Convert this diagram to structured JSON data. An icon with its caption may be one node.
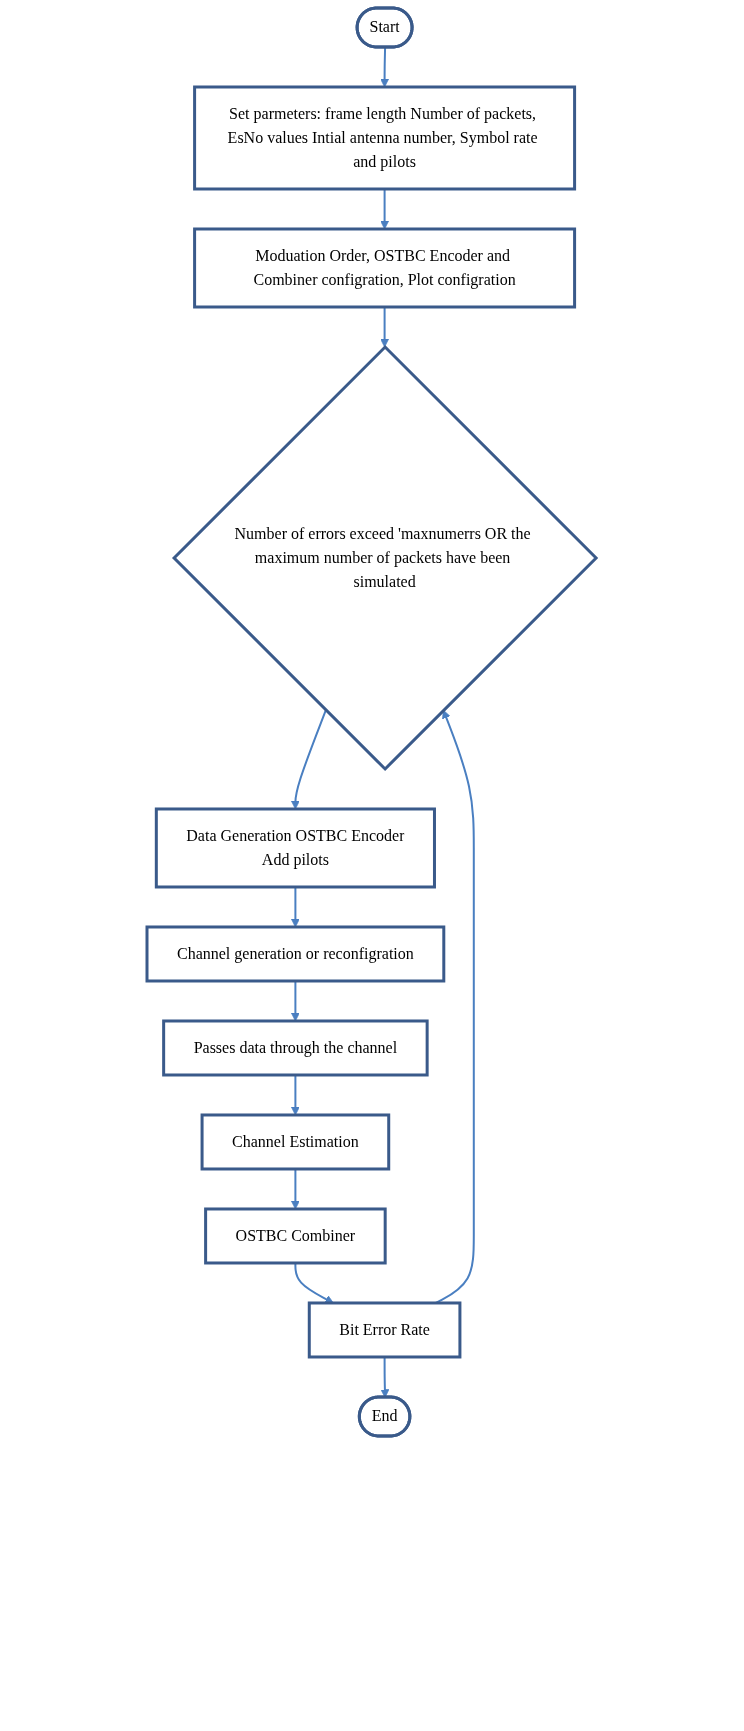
{
  "diagram": {
    "nodes": [
      {
        "text": [
          "Start"
        ]
      },
      {
        "text": [
          "Set parmeters: frame length Number of packets, EsNo values Intial antenna number, Symbol rate and pilots"
        ]
      },
      {
        "text": [
          "Moduation Order, OSTBC Encoder and Combiner configration, Plot configration"
        ]
      },
      {
        "text": [
          "Number of errors exceed 'maxnumerrs OR the maximum number of packets have been simulated"
        ]
      },
      {
        "text": [
          "Data Generation OSTBC Encoder",
          "Add pilots"
        ]
      },
      {
        "text": [
          "Channel generation or reconfigration"
        ]
      },
      {
        "text": [
          "Passes data through the channel"
        ]
      },
      {
        "text": [
          "Channel Estimation"
        ]
      },
      {
        "text": [
          "OSTBC Combiner"
        ]
      },
      {
        "text": [
          "Bit Error Rate"
        ]
      },
      {
        "text": [
          "End"
        ]
      }
    ],
    "edges": [
      {
        "from": 0,
        "to": 1,
        "arrow": "to"
      },
      {
        "from": 1,
        "to": 2,
        "arrow": "to"
      },
      {
        "from": 2,
        "to": 3,
        "arrow": "to"
      },
      {
        "from": 3,
        "to": 4,
        "arrow": "to"
      },
      {
        "from": 4,
        "to": 5,
        "arrow": "to"
      },
      {
        "from": 5,
        "to": 6,
        "arrow": "to"
      },
      {
        "from": 6,
        "to": 7,
        "arrow": "to"
      },
      {
        "from": 7,
        "to": 8,
        "arrow": "to"
      },
      {
        "from": 8,
        "to": 9,
        "arrow": "to"
      },
      {
        "from": 9,
        "to": 10,
        "arrow": "to"
      },
      {
        "from": 9,
        "to": 3,
        "arrow": "to"
      }
    ]
  }
}
